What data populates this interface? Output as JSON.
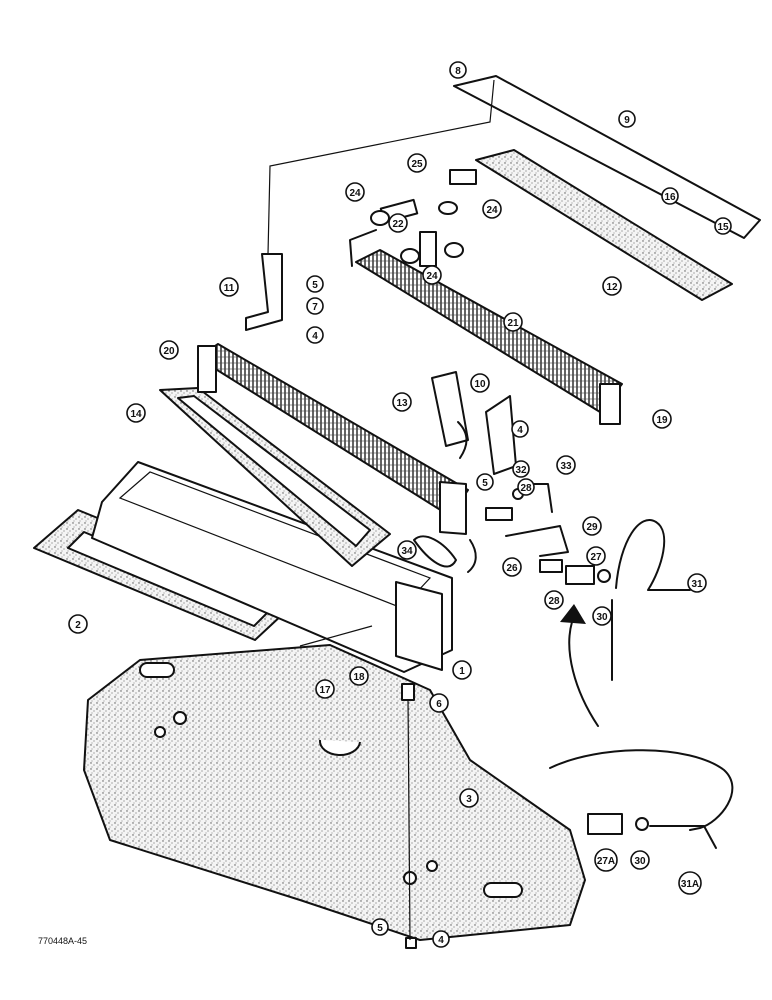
{
  "reference_code": "770448A-45",
  "callouts": [
    {
      "label": "8"
    },
    {
      "label": "9"
    },
    {
      "label": "25"
    },
    {
      "label": "16"
    },
    {
      "label": "15"
    },
    {
      "label": "24"
    },
    {
      "label": "24"
    },
    {
      "label": "22"
    },
    {
      "label": "24"
    },
    {
      "label": "12"
    },
    {
      "label": "11"
    },
    {
      "label": "5"
    },
    {
      "label": "7"
    },
    {
      "label": "4"
    },
    {
      "label": "21"
    },
    {
      "label": "20"
    },
    {
      "label": "13"
    },
    {
      "label": "10"
    },
    {
      "label": "4"
    },
    {
      "label": "19"
    },
    {
      "label": "14"
    },
    {
      "label": "32"
    },
    {
      "label": "33"
    },
    {
      "label": "5"
    },
    {
      "label": "28"
    },
    {
      "label": "29"
    },
    {
      "label": "34"
    },
    {
      "label": "27"
    },
    {
      "label": "26"
    },
    {
      "label": "31"
    },
    {
      "label": "28"
    },
    {
      "label": "30"
    },
    {
      "label": "2"
    },
    {
      "label": "1"
    },
    {
      "label": "17"
    },
    {
      "label": "18"
    },
    {
      "label": "6"
    },
    {
      "label": "3"
    },
    {
      "label": "27A"
    },
    {
      "label": "30"
    },
    {
      "label": "31A"
    },
    {
      "label": "5"
    },
    {
      "label": "4"
    }
  ]
}
